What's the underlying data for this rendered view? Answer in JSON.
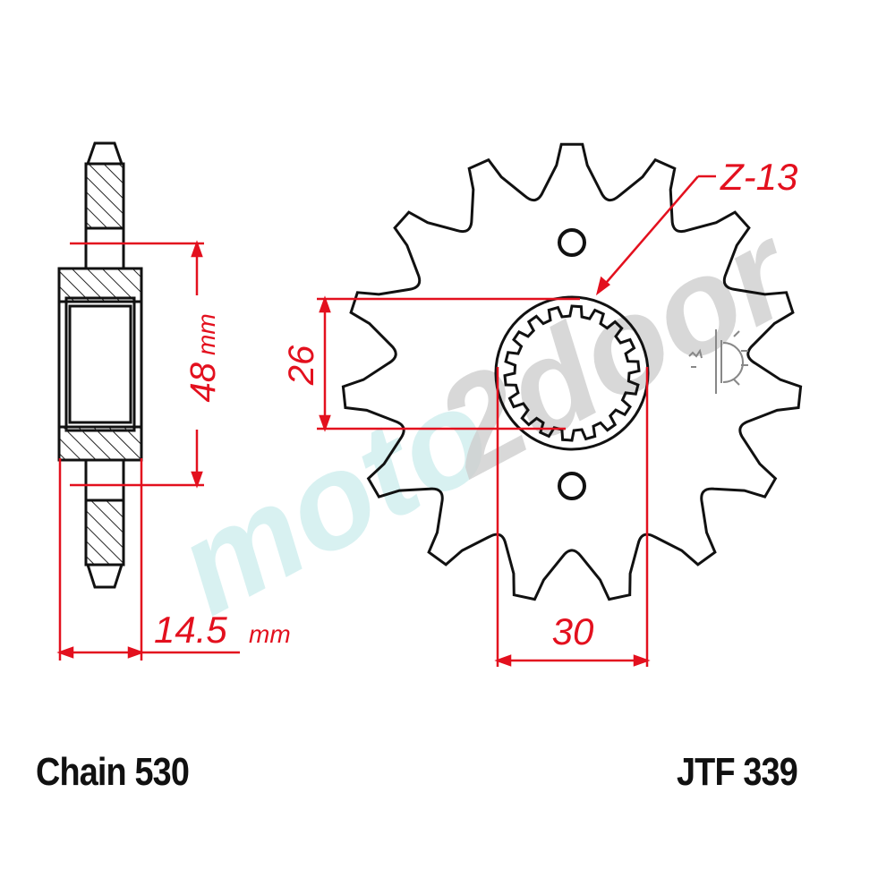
{
  "drawing": {
    "part_number": "JTF 339",
    "chain_label": "Chain 530",
    "teeth_label": "Z-13",
    "dimensions": {
      "inner_spline_height": "26",
      "spline_width": "30",
      "hub_diameter_value": "48",
      "hub_diameter_unit": "mm",
      "thickness_value": "14.5",
      "thickness_unit": "mm"
    },
    "watermark": {
      "part1": "moto",
      "part2": "2door"
    },
    "icon": "rotation-direction-icon"
  },
  "colors": {
    "line": "#111111",
    "dimension": "#e3101e",
    "watermark_teal": "#cfeeee",
    "watermark_gray": "#cfcfcf"
  }
}
